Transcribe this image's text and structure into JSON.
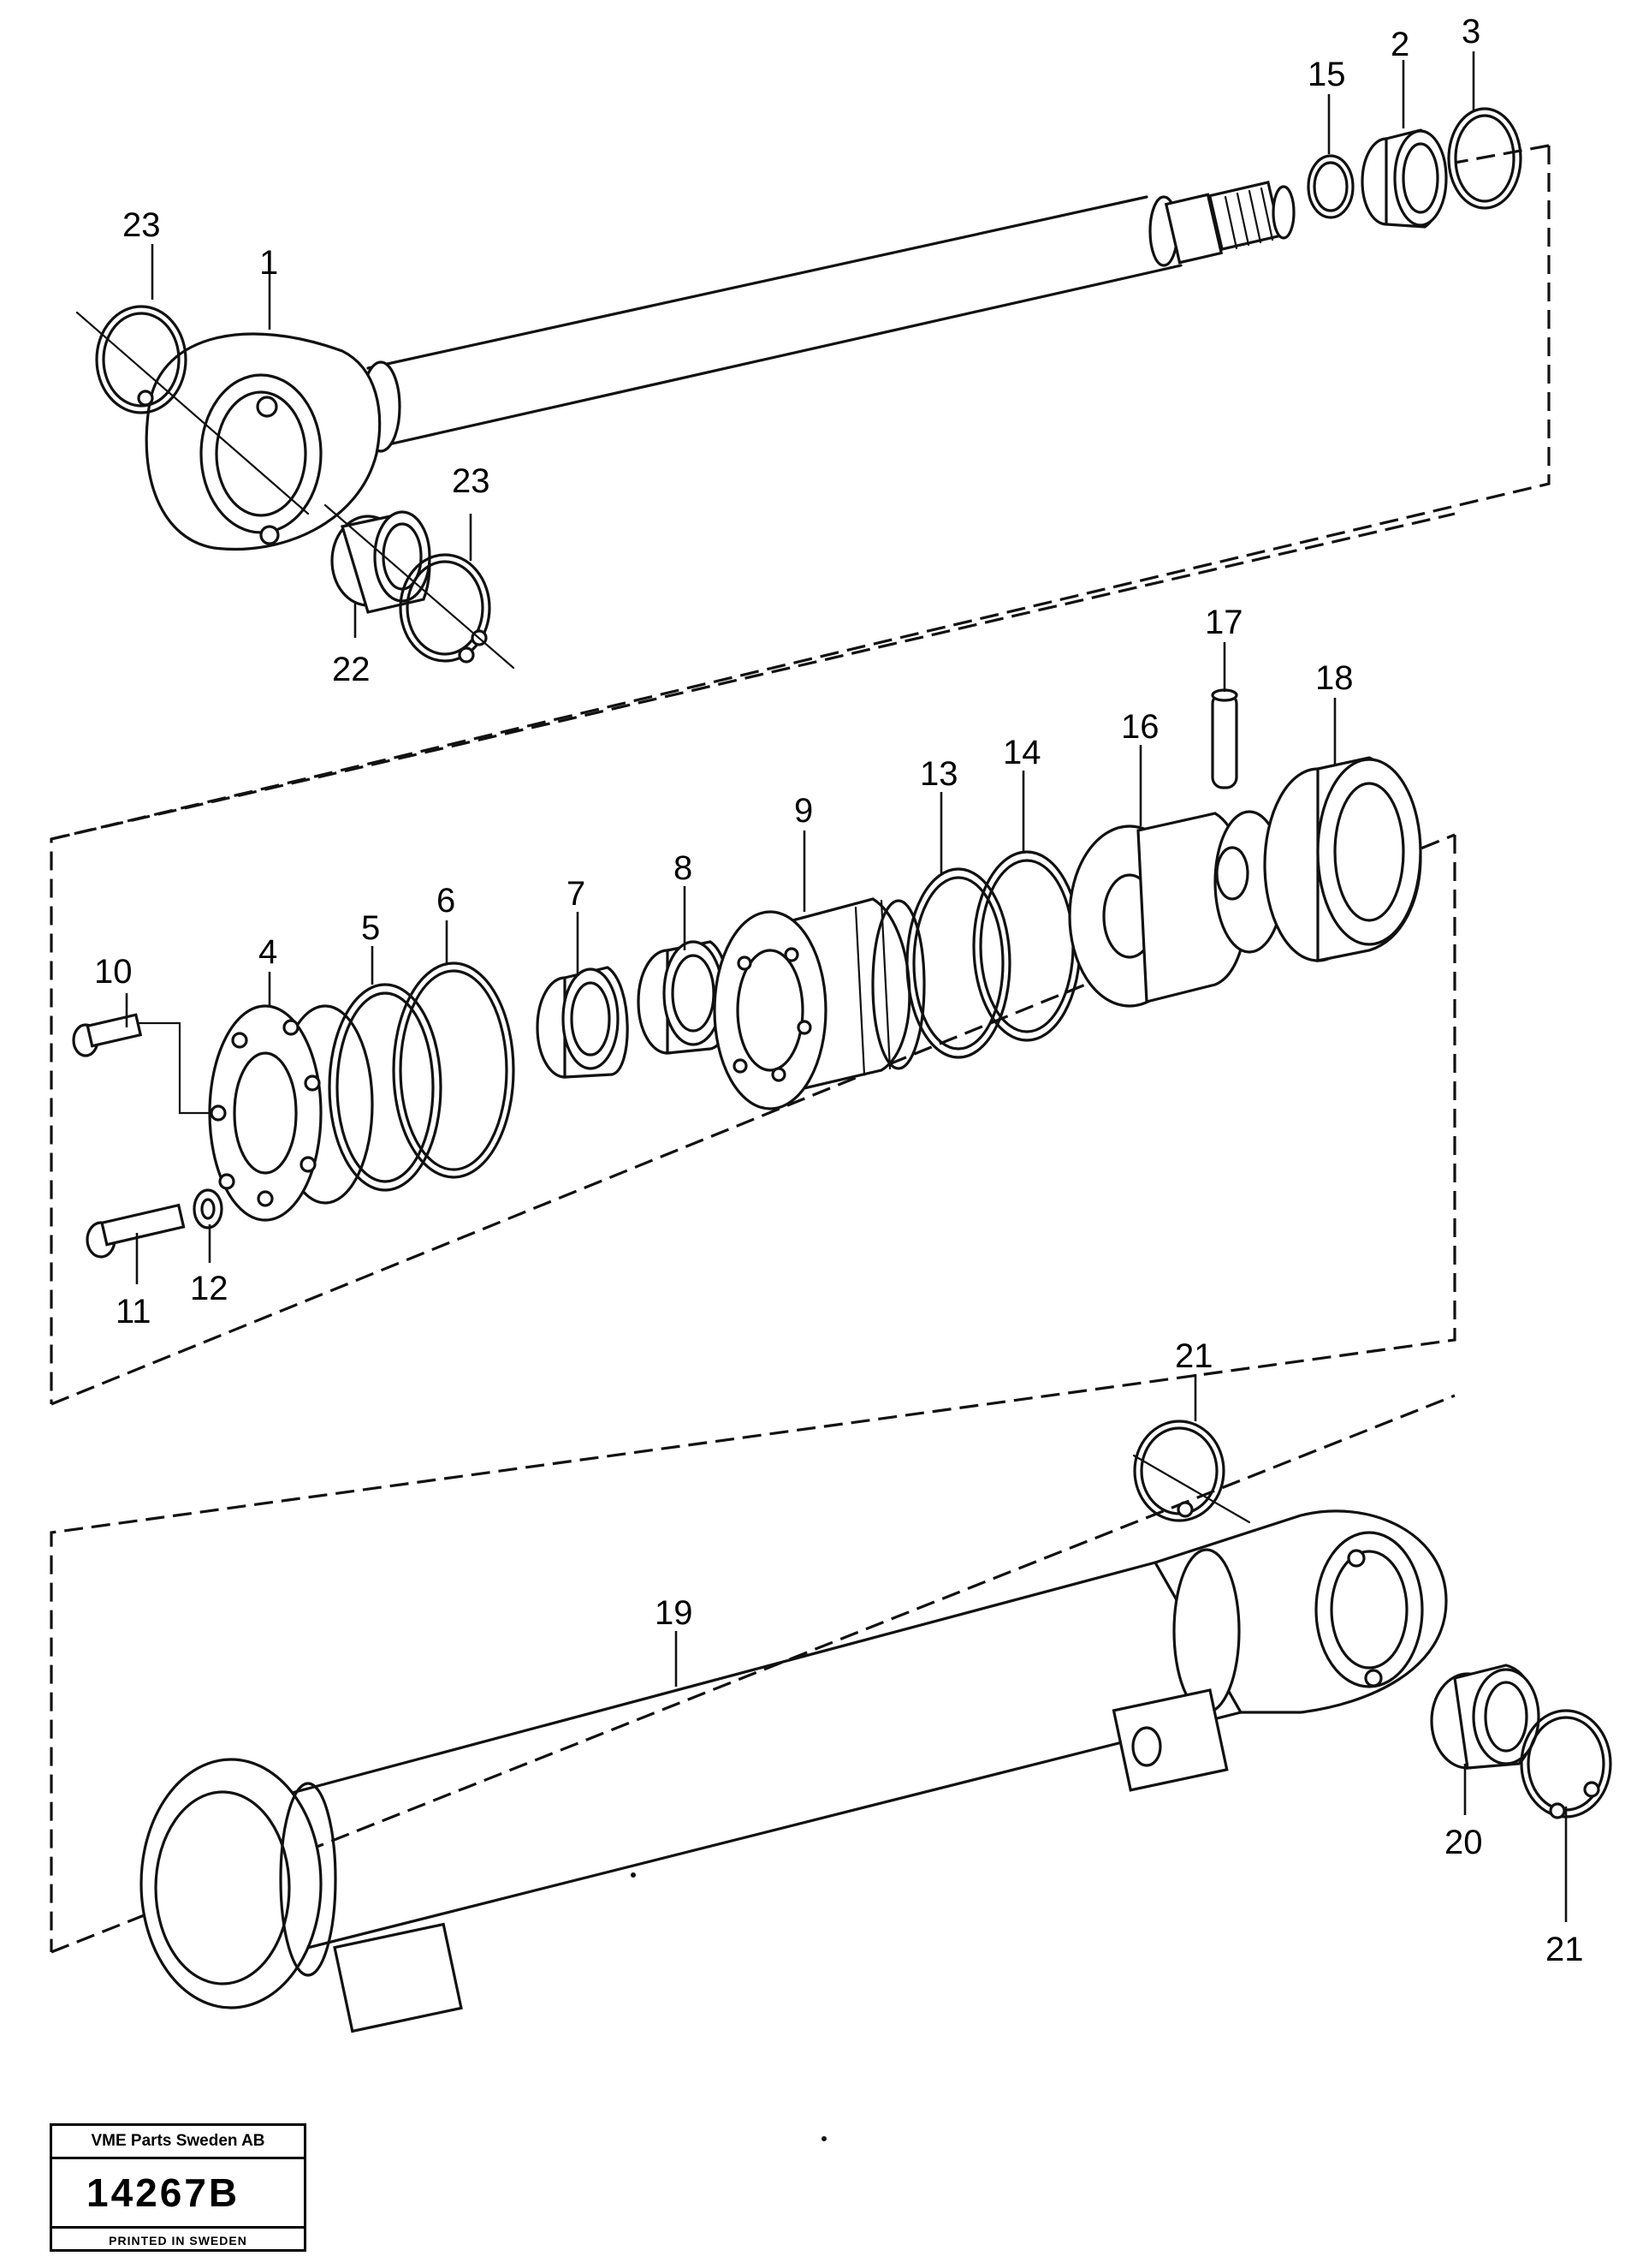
{
  "labels": {
    "p1": "1",
    "p2": "2",
    "p3": "3",
    "p4": "4",
    "p5": "5",
    "p6": "6",
    "p7": "7",
    "p8": "8",
    "p9": "9",
    "p10": "10",
    "p11": "11",
    "p12": "12",
    "p13": "13",
    "p14": "14",
    "p15": "15",
    "p16": "16",
    "p17": "17",
    "p18": "18",
    "p19": "19",
    "p20": "20",
    "p21a": "21",
    "p21b": "21",
    "p22": "22",
    "p23a": "23",
    "p23b": "23"
  },
  "stamp": {
    "company": "VME Parts Sweden AB",
    "number": "14267B",
    "printed": "PRINTED IN SWEDEN"
  }
}
